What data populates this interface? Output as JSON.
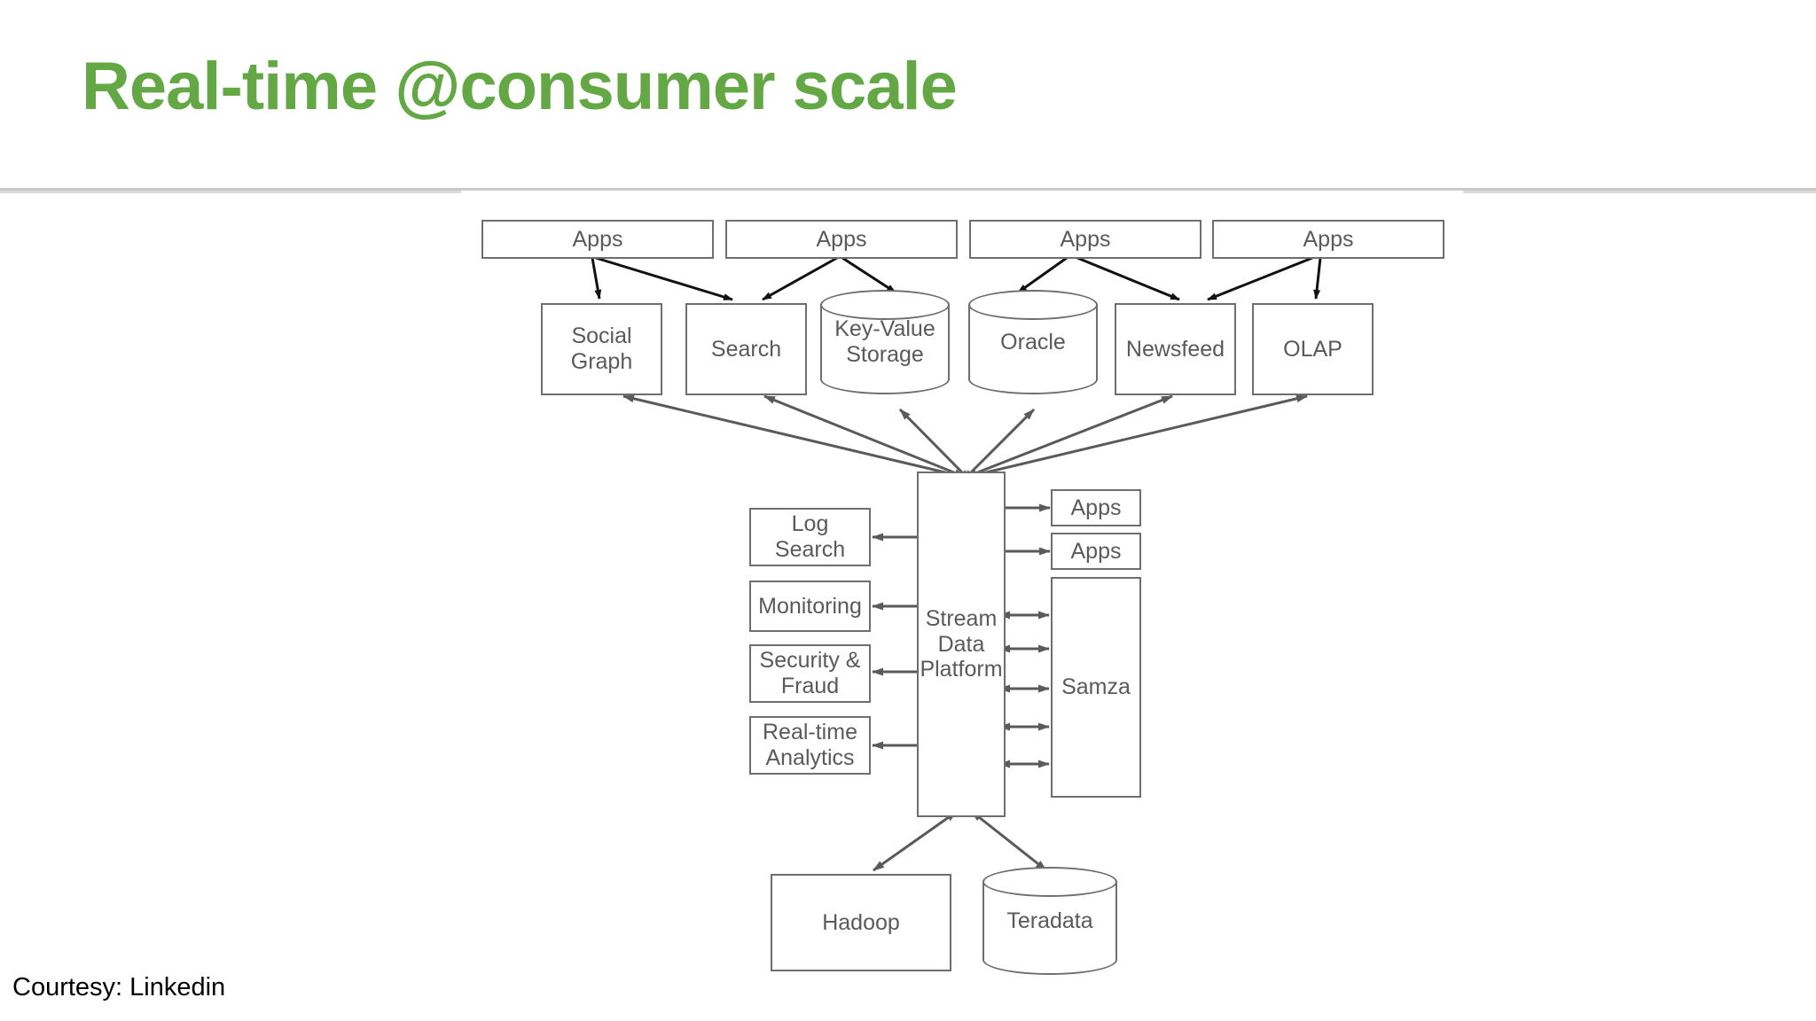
{
  "slide": {
    "title": "Real-time @consumer scale",
    "title_color": "#63a844",
    "courtesy": "Courtesy: Linkedin"
  },
  "diagram": {
    "stroke_color": "#6e6e6e",
    "label_color": "#5a5a5a",
    "top_apps": [
      {
        "id": "apps-top-1",
        "label": "Apps"
      },
      {
        "id": "apps-top-2",
        "label": "Apps"
      },
      {
        "id": "apps-top-3",
        "label": "Apps"
      },
      {
        "id": "apps-top-4",
        "label": "Apps"
      }
    ],
    "systems": [
      {
        "id": "social-graph",
        "label": "Social\nGraph",
        "shape": "box"
      },
      {
        "id": "search",
        "label": "Search",
        "shape": "box"
      },
      {
        "id": "key-value-storage",
        "label": "Key-Value\nStorage",
        "shape": "cylinder"
      },
      {
        "id": "oracle",
        "label": "Oracle",
        "shape": "cylinder"
      },
      {
        "id": "newsfeed",
        "label": "Newsfeed",
        "shape": "box"
      },
      {
        "id": "olap",
        "label": "OLAP",
        "shape": "box"
      }
    ],
    "hub": {
      "id": "stream-data-platform",
      "label": "Stream\nData\nPlatform",
      "shape": "box"
    },
    "consumers_left": [
      {
        "id": "log-search",
        "label": "Log\nSearch",
        "shape": "box"
      },
      {
        "id": "monitoring",
        "label": "Monitoring",
        "shape": "box"
      },
      {
        "id": "security-fraud",
        "label": "Security &\nFraud",
        "shape": "box"
      },
      {
        "id": "real-time-analytics",
        "label": "Real-time\nAnalytics",
        "shape": "box"
      }
    ],
    "right_apps": [
      {
        "id": "apps-right-1",
        "label": "Apps"
      },
      {
        "id": "apps-right-2",
        "label": "Apps"
      }
    ],
    "processing": {
      "id": "samza",
      "label": "Samza",
      "shape": "box"
    },
    "batch_stores": [
      {
        "id": "hadoop",
        "label": "Hadoop",
        "shape": "box"
      },
      {
        "id": "teradata",
        "label": "Teradata",
        "shape": "cylinder"
      }
    ]
  }
}
